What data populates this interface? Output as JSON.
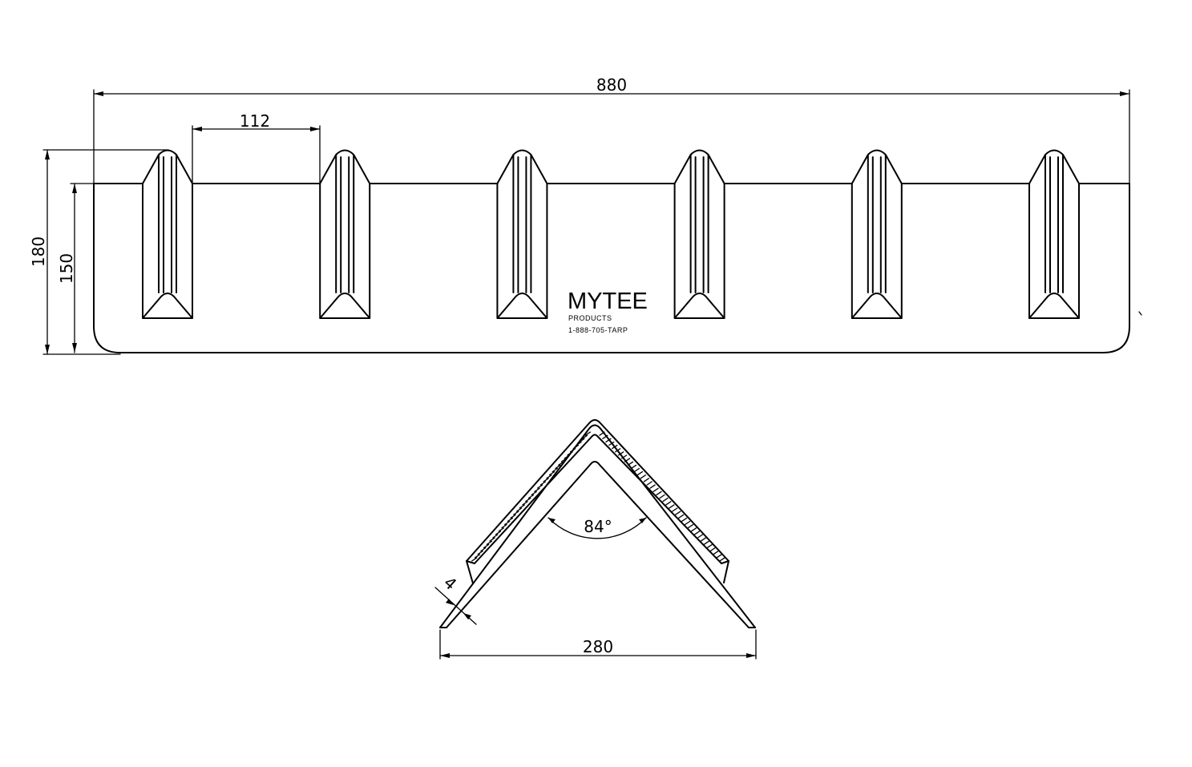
{
  "drawing": {
    "top_view": {
      "dimensions": {
        "overall_length": "880",
        "slot_spacing": "112",
        "total_height": "180",
        "body_height": "150"
      },
      "slot_count": 6,
      "brand": {
        "name": "MYTEE",
        "subtitle": "PRODUCTS",
        "phone": "1-888-705-TARP"
      }
    },
    "side_view": {
      "dimensions": {
        "angle": "84°",
        "base_width": "280",
        "thickness": "4"
      }
    }
  }
}
